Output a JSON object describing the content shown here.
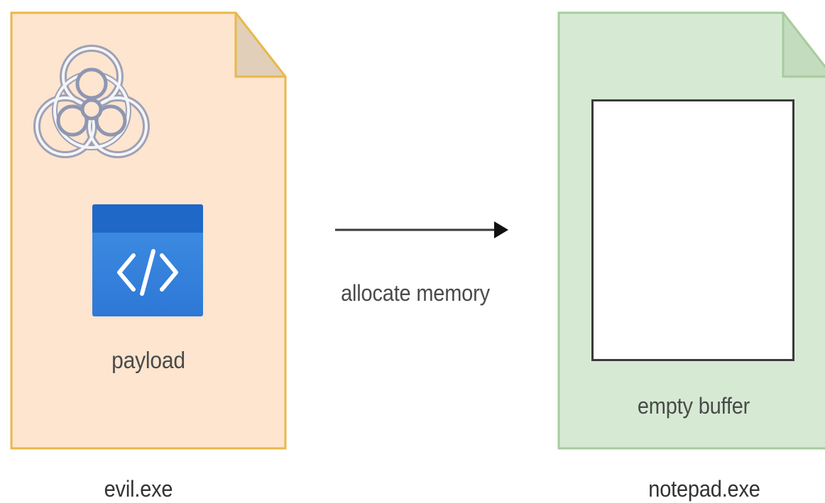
{
  "source_file": {
    "name": "evil.exe",
    "payload_label": "payload",
    "icons": [
      "biohazard-icon",
      "code-window-icon"
    ],
    "fill_color": "#fde5cf",
    "border_color": "#e8b84a"
  },
  "target_file": {
    "name": "notepad.exe",
    "buffer_label": "empty buffer",
    "fill_color": "#d6ead3",
    "border_color": "#a6cc9c"
  },
  "connection": {
    "label": "allocate memory",
    "direction": "evil.exe -> notepad.exe"
  }
}
